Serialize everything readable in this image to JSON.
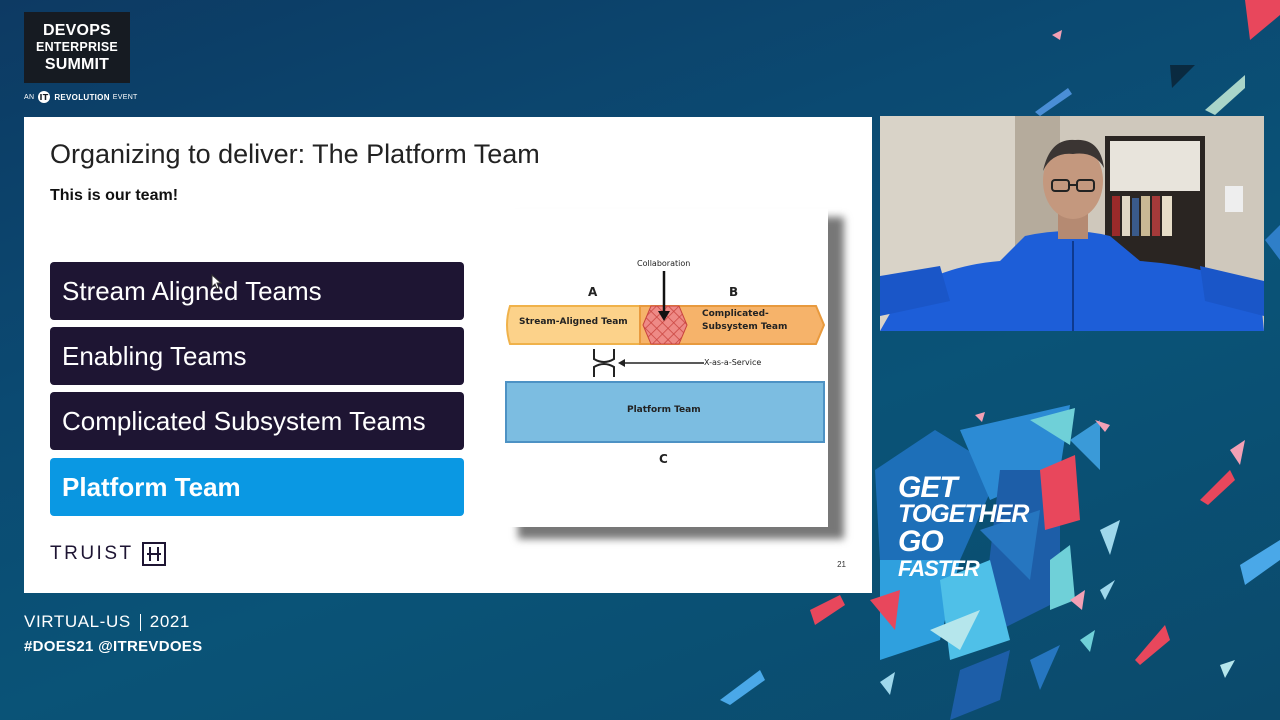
{
  "event_logo": {
    "line1": "DEVOPS",
    "line2": "ENTERPRISE",
    "line3": "SUMMIT",
    "sub_prefix": "AN",
    "sub_brand": "REVOLUTION",
    "sub_suffix": "EVENT"
  },
  "slide": {
    "title": "Organizing to deliver: The Platform Team",
    "subtitle": "This is our team!",
    "teams": [
      {
        "label": "Stream Aligned Teams",
        "active": false
      },
      {
        "label": "Enabling Teams",
        "active": false
      },
      {
        "label": "Complicated Subsystem Teams",
        "active": false
      },
      {
        "label": "Platform Team",
        "active": true
      }
    ],
    "brand": "TRUIST",
    "page_number": "21",
    "diagram": {
      "collaboration_label": "Collaboration",
      "label_a": "A",
      "label_b": "B",
      "label_c": "C",
      "stream_aligned": "Stream-Aligned Team",
      "complicated_line1": "Complicated-",
      "complicated_line2": "Subsystem Team",
      "xaas": "X-as-a-Service",
      "platform": "Platform Team"
    }
  },
  "footer": {
    "virtual": "VIRTUAL-US",
    "year": "2021",
    "tags": "#DOES21 @ITREVDOES"
  },
  "tagline": {
    "line1": "GET",
    "line2": "TOGETHER",
    "line3": "GO",
    "line4": "FASTER"
  },
  "colors": {
    "team_dark": "#1e1533",
    "team_active": "#0a98e3",
    "stream_aligned": "#fcd28a",
    "complicated": "#f6b36a",
    "platform": "#7cbde1"
  }
}
